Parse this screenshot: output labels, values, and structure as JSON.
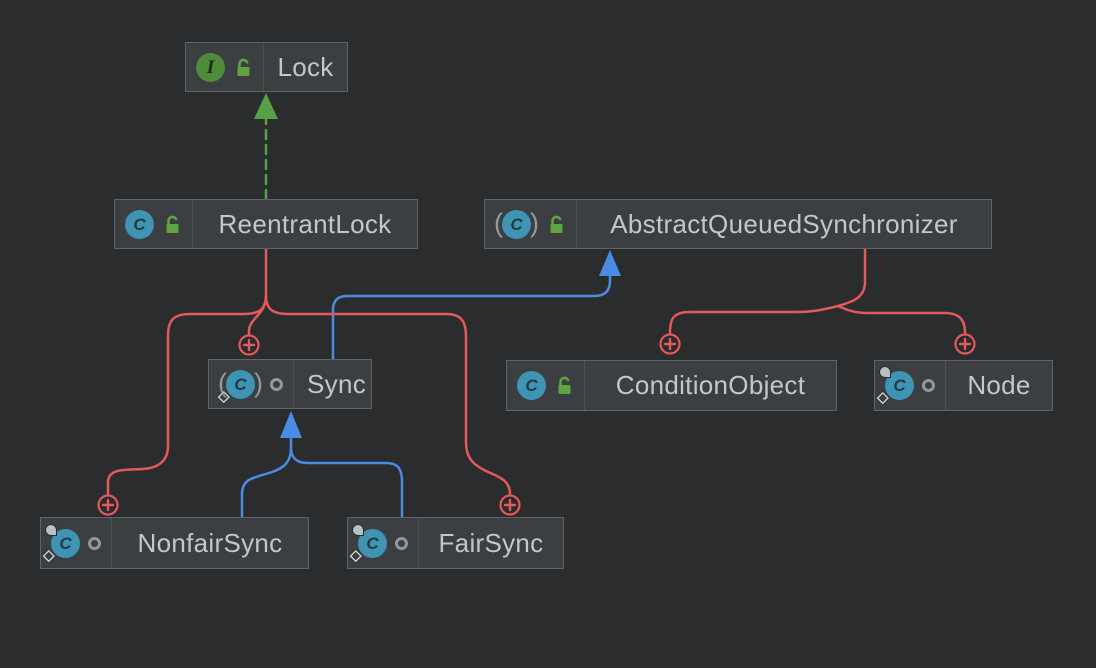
{
  "diagram": {
    "kind": "uml-class-diagram",
    "nodes": {
      "lock": {
        "name": "Lock",
        "stereotype": "interface",
        "visibility": "public",
        "modifiers": []
      },
      "reentrantlock": {
        "name": "ReentrantLock",
        "stereotype": "class",
        "visibility": "public",
        "modifiers": []
      },
      "aqs": {
        "name": "AbstractQueuedSynchronizer",
        "stereotype": "abstract-class",
        "visibility": "public",
        "modifiers": [
          "abstract"
        ]
      },
      "sync": {
        "name": "Sync",
        "stereotype": "abstract-class",
        "visibility": "package-private",
        "modifiers": [
          "abstract",
          "static"
        ]
      },
      "conditionobject": {
        "name": "ConditionObject",
        "stereotype": "class",
        "visibility": "public",
        "modifiers": []
      },
      "nodeclass": {
        "name": "Node",
        "stereotype": "class",
        "visibility": "package-private",
        "modifiers": [
          "static",
          "final"
        ]
      },
      "nonfairsync": {
        "name": "NonfairSync",
        "stereotype": "class",
        "visibility": "package-private",
        "modifiers": [
          "static",
          "final"
        ]
      },
      "fairsync": {
        "name": "FairSync",
        "stereotype": "class",
        "visibility": "package-private",
        "modifiers": [
          "static",
          "final"
        ]
      }
    },
    "edges": [
      {
        "from": "ReentrantLock",
        "to": "Lock",
        "type": "implements",
        "style": "dashed-arrow",
        "color": "edge-green"
      },
      {
        "from": "Sync",
        "to": "AbstractQueuedSynchronizer",
        "type": "extends",
        "style": "solid-arrow",
        "color": "edge-blue"
      },
      {
        "from": "NonfairSync",
        "to": "Sync",
        "type": "extends",
        "style": "solid-arrow",
        "color": "edge-blue"
      },
      {
        "from": "FairSync",
        "to": "Sync",
        "type": "extends",
        "style": "solid-arrow",
        "color": "edge-blue"
      },
      {
        "from": "ReentrantLock",
        "to": "Sync",
        "type": "inner-class",
        "style": "plus-circle-anchor",
        "color": "edge-red"
      },
      {
        "from": "ReentrantLock",
        "to": "NonfairSync",
        "type": "inner-class",
        "style": "plus-circle-anchor",
        "color": "edge-red"
      },
      {
        "from": "ReentrantLock",
        "to": "FairSync",
        "type": "inner-class",
        "style": "plus-circle-anchor",
        "color": "edge-red"
      },
      {
        "from": "AbstractQueuedSynchronizer",
        "to": "ConditionObject",
        "type": "inner-class",
        "style": "plus-circle-anchor",
        "color": "edge-red"
      },
      {
        "from": "AbstractQueuedSynchronizer",
        "to": "Node",
        "type": "inner-class",
        "style": "plus-circle-anchor",
        "color": "edge-red"
      }
    ]
  },
  "icons": {
    "class_letter": "C",
    "interface_letter": "I",
    "paren_left": "(",
    "paren_right": ")",
    "static_diamond": "◇"
  },
  "colors": {
    "bg": "#2a2c2e",
    "node-fill": "#3c3f41",
    "node-border": "#5f6365",
    "node-sep": "#4d5153",
    "node-text": "#bdc8d2",
    "icon-class": "#3f93b3",
    "icon-iface": "#4f8a3d",
    "icon-lock": "#5fa343",
    "icon-gray": "#8f99a0",
    "edge-red": "#e25a5a",
    "edge-blue": "#4a8ce4",
    "edge-green": "#57a046"
  }
}
